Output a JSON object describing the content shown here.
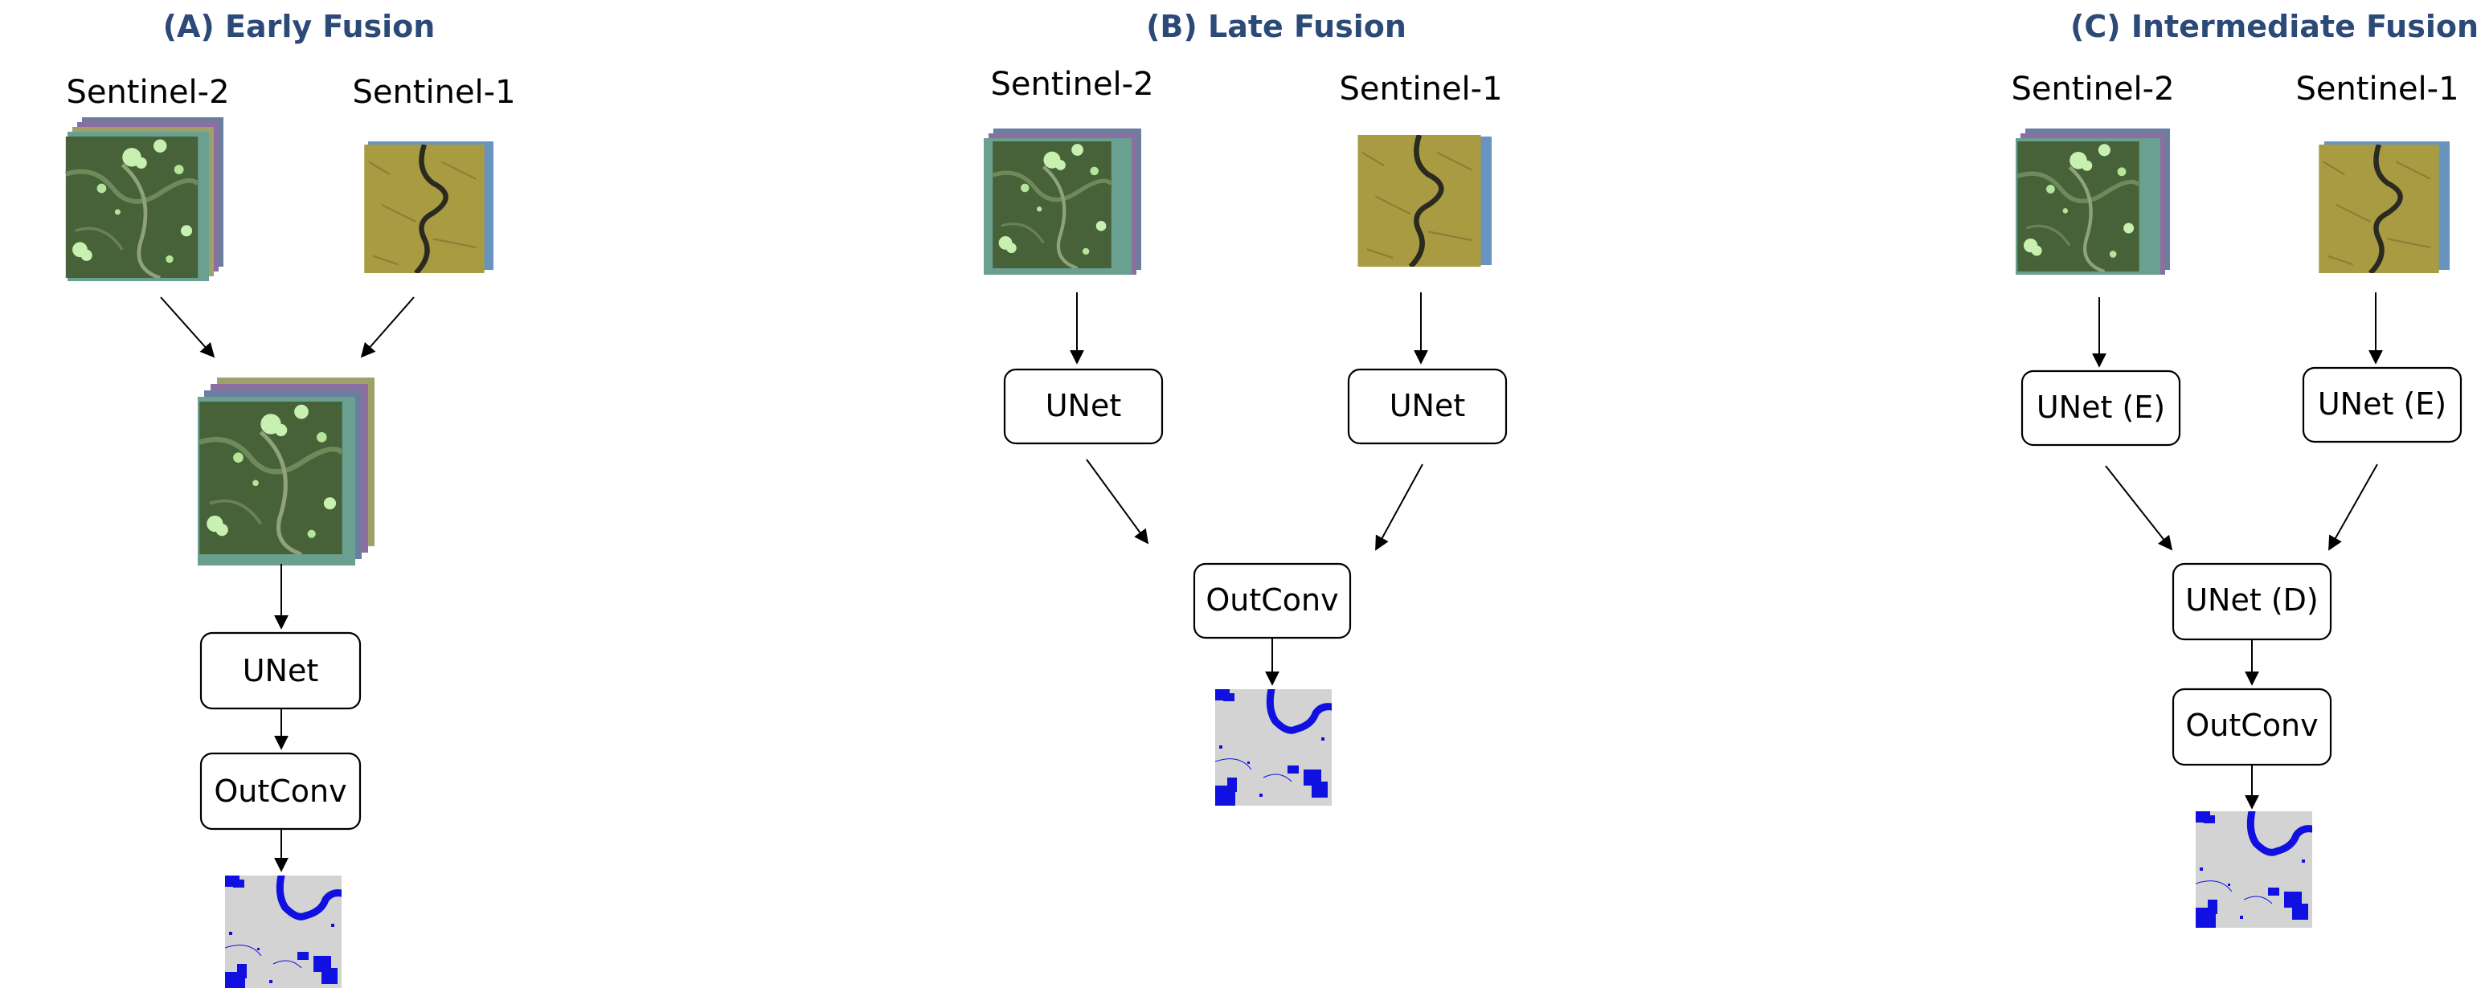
{
  "panels": [
    {
      "title": "(A) Early Fusion",
      "sources": [
        "Sentinel-2",
        "Sentinel-1"
      ],
      "blocks": [
        "UNet",
        "OutConv"
      ]
    },
    {
      "title": "(B) Late Fusion",
      "sources": [
        "Sentinel-2",
        "Sentinel-1"
      ],
      "blocks": [
        "UNet",
        "UNet",
        "OutConv"
      ]
    },
    {
      "title": "(C) Intermediate Fusion",
      "sources": [
        "Sentinel-2",
        "Sentinel-1"
      ],
      "blocks": [
        "UNet (E)",
        "UNet (E)",
        "UNet (D)",
        "OutConv"
      ]
    }
  ],
  "colors": {
    "title": "#2b4a78",
    "s2_base": "#4e6a3e",
    "s1_base": "#b6a84a",
    "water": "#1010e0",
    "mask_bg": "#d3d3d3"
  },
  "icons": [
    "sentinel2-stack-icon",
    "sentinel1-stack-icon",
    "fused-stack-icon",
    "water-mask-icon"
  ]
}
